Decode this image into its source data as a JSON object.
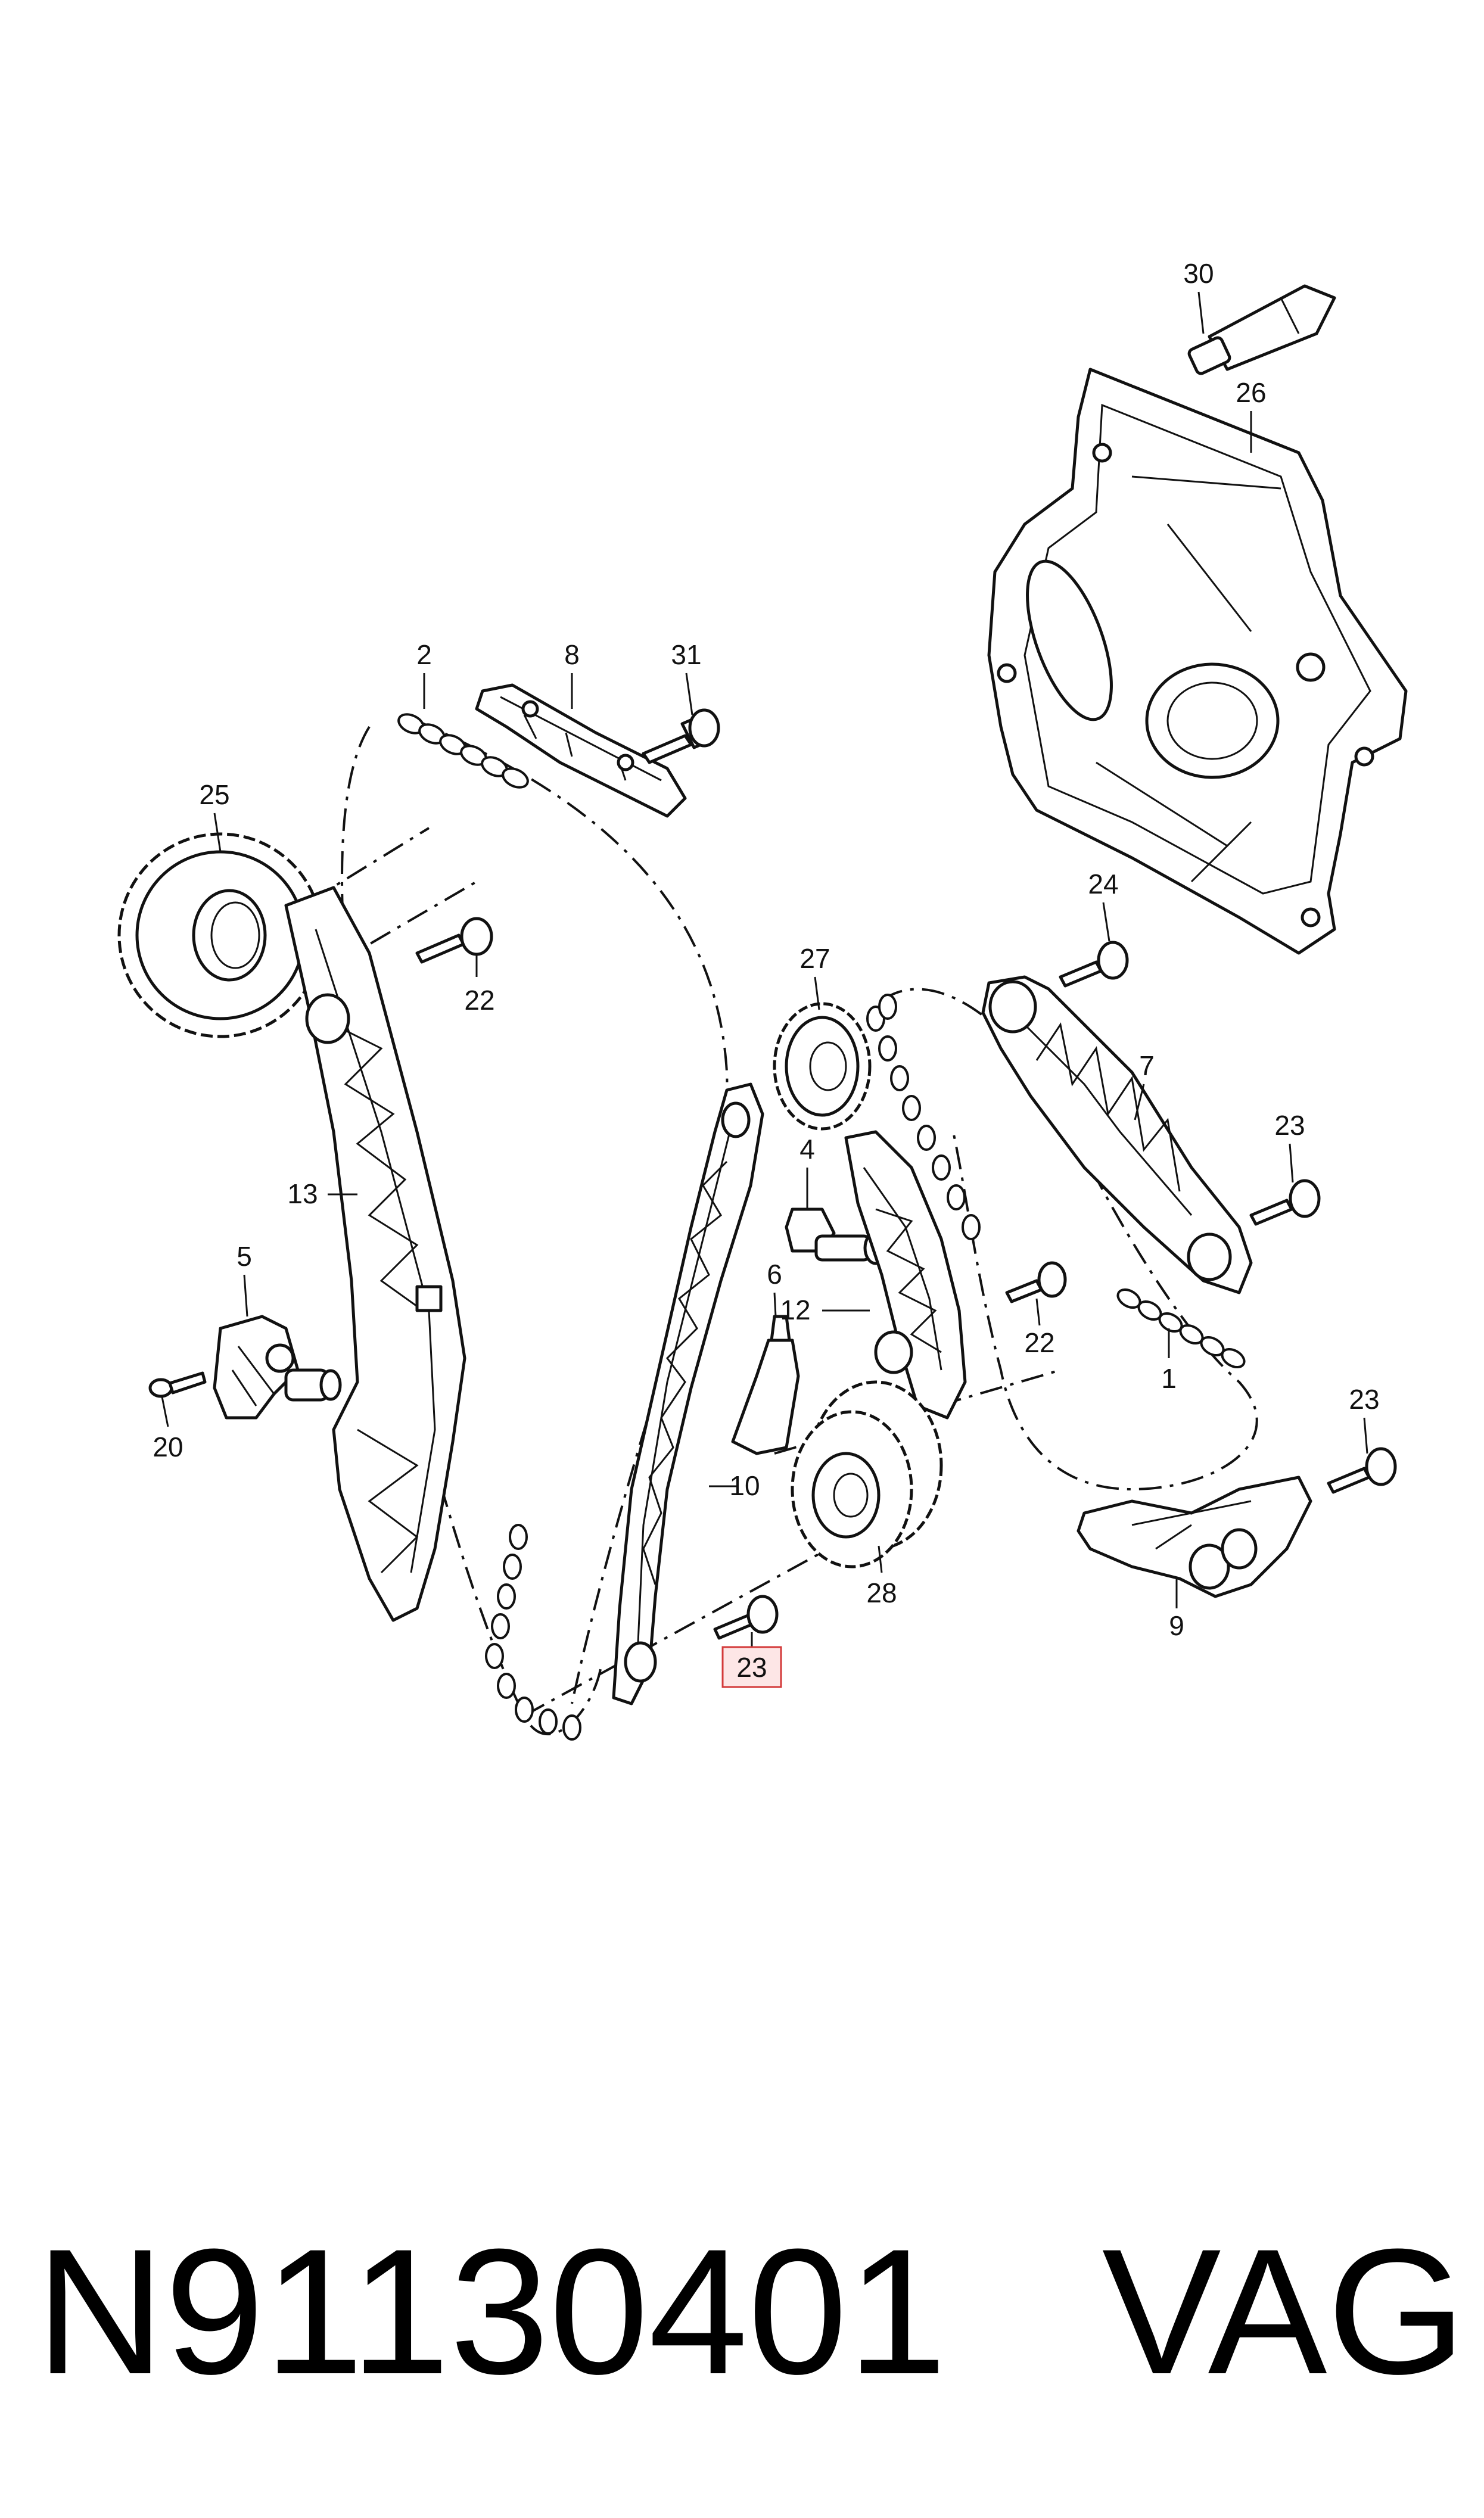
{
  "diagram": {
    "callouts": [
      {
        "id": "c30",
        "label": "30"
      },
      {
        "id": "c26",
        "label": "26"
      },
      {
        "id": "c2",
        "label": "2"
      },
      {
        "id": "c8",
        "label": "8"
      },
      {
        "id": "c31",
        "label": "31"
      },
      {
        "id": "c25",
        "label": "25"
      },
      {
        "id": "c22a",
        "label": "22"
      },
      {
        "id": "c24",
        "label": "24"
      },
      {
        "id": "c27",
        "label": "27"
      },
      {
        "id": "c7",
        "label": "7"
      },
      {
        "id": "c13",
        "label": "13"
      },
      {
        "id": "c4",
        "label": "4"
      },
      {
        "id": "c23a",
        "label": "23"
      },
      {
        "id": "c5",
        "label": "5"
      },
      {
        "id": "c6",
        "label": "6"
      },
      {
        "id": "c12",
        "label": "12"
      },
      {
        "id": "c22b",
        "label": "22"
      },
      {
        "id": "c1",
        "label": "1"
      },
      {
        "id": "c20",
        "label": "20"
      },
      {
        "id": "c23b",
        "label": "23"
      },
      {
        "id": "c10",
        "label": "10"
      },
      {
        "id": "c28",
        "label": "28"
      },
      {
        "id": "c9",
        "label": "9"
      },
      {
        "id": "c23c",
        "label": "23"
      }
    ],
    "highlighted_callout": "c23c",
    "highlight_color": "#d33a3a"
  },
  "footer": {
    "part_number": "N91130401",
    "brand": "VAG"
  }
}
